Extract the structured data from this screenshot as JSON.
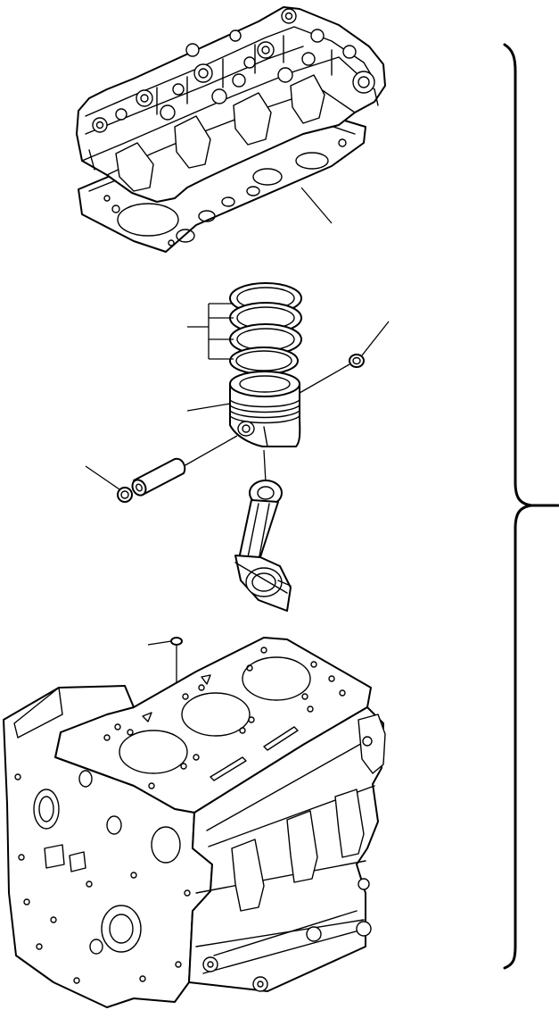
{
  "diagram": {
    "type": "exploded-parts-illustration",
    "parts": [
      {
        "key": "cylinder-head",
        "icon": "cylinder-head-icon"
      },
      {
        "key": "head-gasket",
        "icon": "gasket-icon"
      },
      {
        "key": "piston-rings",
        "icon": "piston-ring-icon"
      },
      {
        "key": "piston",
        "icon": "piston-icon"
      },
      {
        "key": "snap-ring",
        "icon": "snap-ring-icon"
      },
      {
        "key": "piston-pin",
        "icon": "piston-pin-icon"
      },
      {
        "key": "connecting-rod",
        "icon": "connecting-rod-icon"
      },
      {
        "key": "dowel-ring",
        "icon": "dowel-ring-icon"
      },
      {
        "key": "cylinder-block",
        "icon": "cylinder-block-icon"
      }
    ],
    "brackets": 2,
    "line_color": "#000000",
    "background": "#ffffff"
  }
}
